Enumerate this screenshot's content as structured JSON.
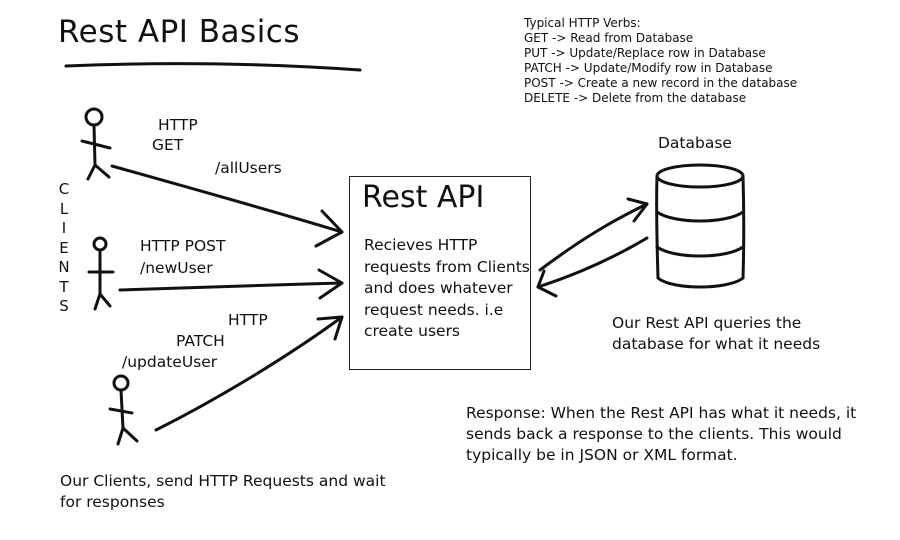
{
  "title": "Rest API Basics",
  "http_verbs": {
    "heading": "Typical HTTP Verbs:",
    "items": [
      "GET -> Read from Database",
      "PUT -> Update/Replace row in Database",
      "PATCH -> Update/Modify row in Database",
      "POST -> Create a new record in the database",
      "DELETE -> Delete from the database"
    ]
  },
  "clients_label": [
    "C",
    "L",
    "I",
    "E",
    "N",
    "T",
    "S"
  ],
  "requests": {
    "get": {
      "line1": "HTTP",
      "line2": "GET",
      "path": "/allUsers"
    },
    "post": {
      "line1": "HTTP POST",
      "path": "/newUser"
    },
    "patch": {
      "line1": "HTTP",
      "line2": "PATCH",
      "path": "/updateUser"
    }
  },
  "rest_api": {
    "title": "Rest API",
    "description": "Recieves HTTP requests from Clients and does whatever request needs. i.e create users"
  },
  "database": {
    "label": "Database",
    "description": "Our Rest API queries the database for what it needs"
  },
  "response_note": "Response: When the Rest API has what it needs, it sends back a response to the clients. This would typically be in JSON or XML format.",
  "clients_note": "Our Clients, send HTTP Requests and wait for responses"
}
